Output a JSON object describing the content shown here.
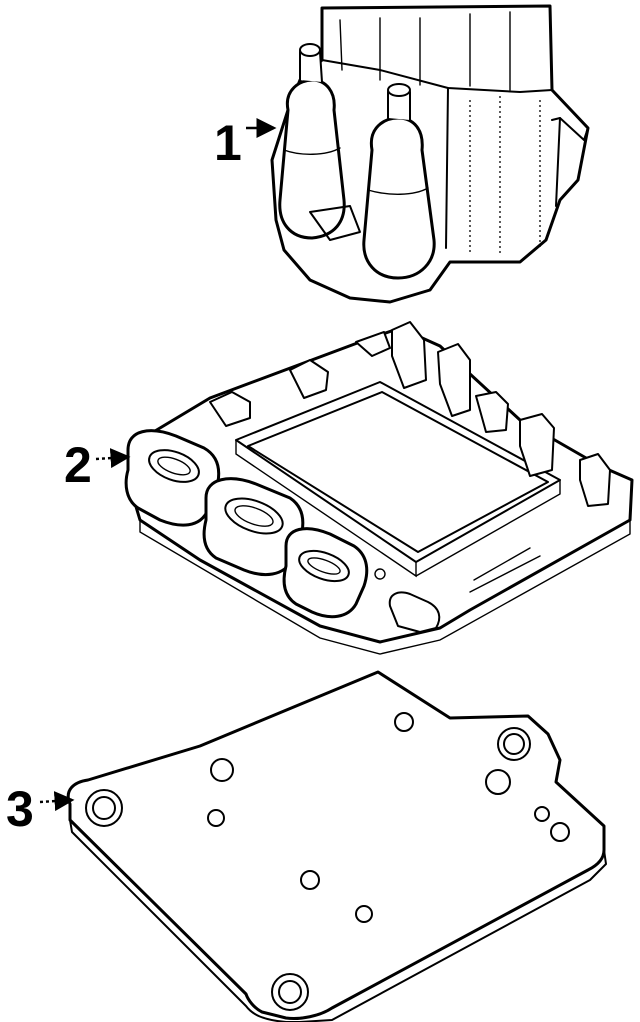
{
  "callouts": [
    {
      "number": "1",
      "part": "ignition-coil"
    },
    {
      "number": "2",
      "part": "ignition-control-module"
    },
    {
      "number": "3",
      "part": "heat-sink-plate"
    }
  ],
  "colors": {
    "line": "#000000",
    "background": "#ffffff"
  }
}
